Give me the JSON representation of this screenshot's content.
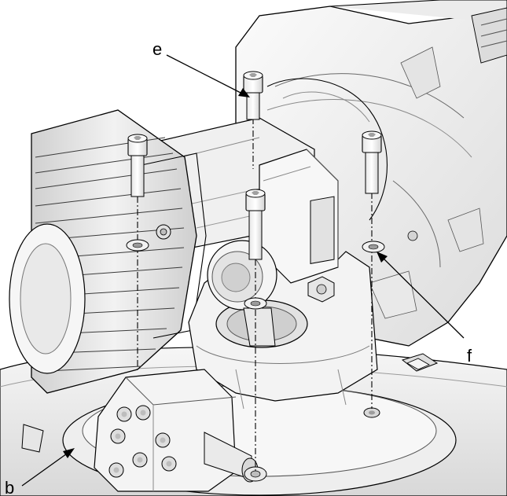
{
  "labels": {
    "e": "e",
    "f": "f",
    "b": "b"
  },
  "colors": {
    "line": "#000000",
    "body_light": "#f4f4f4",
    "body_mid": "#e2e2e2",
    "body_shadow": "#c9c9c9",
    "background": "#ffffff"
  }
}
